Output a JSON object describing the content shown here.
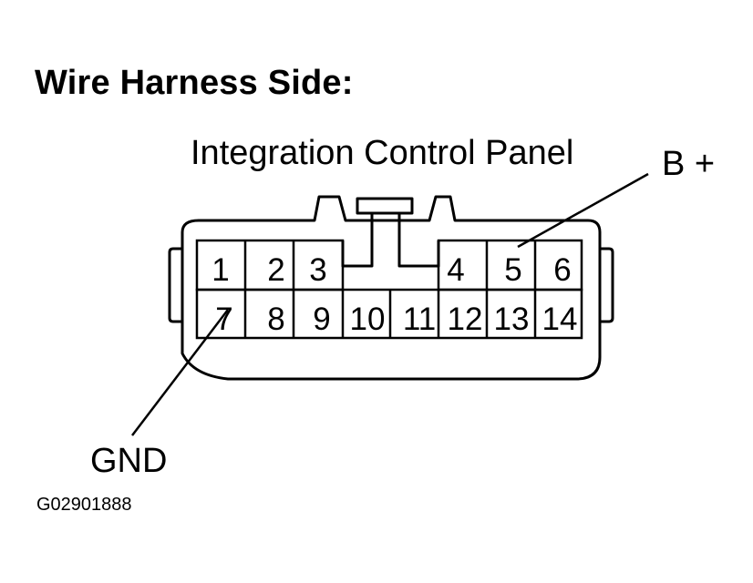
{
  "heading": "Wire Harness Side:",
  "connector_name": "Integration Control Panel",
  "labels": {
    "b_plus": "B +",
    "gnd": "GND"
  },
  "figure_id": "G02901888",
  "pins": {
    "top_left": [
      "1",
      "2",
      "3"
    ],
    "top_right": [
      "4",
      "5",
      "6"
    ],
    "bottom": [
      "7",
      "8",
      "9",
      "10",
      "11",
      "12",
      "13",
      "14"
    ]
  }
}
